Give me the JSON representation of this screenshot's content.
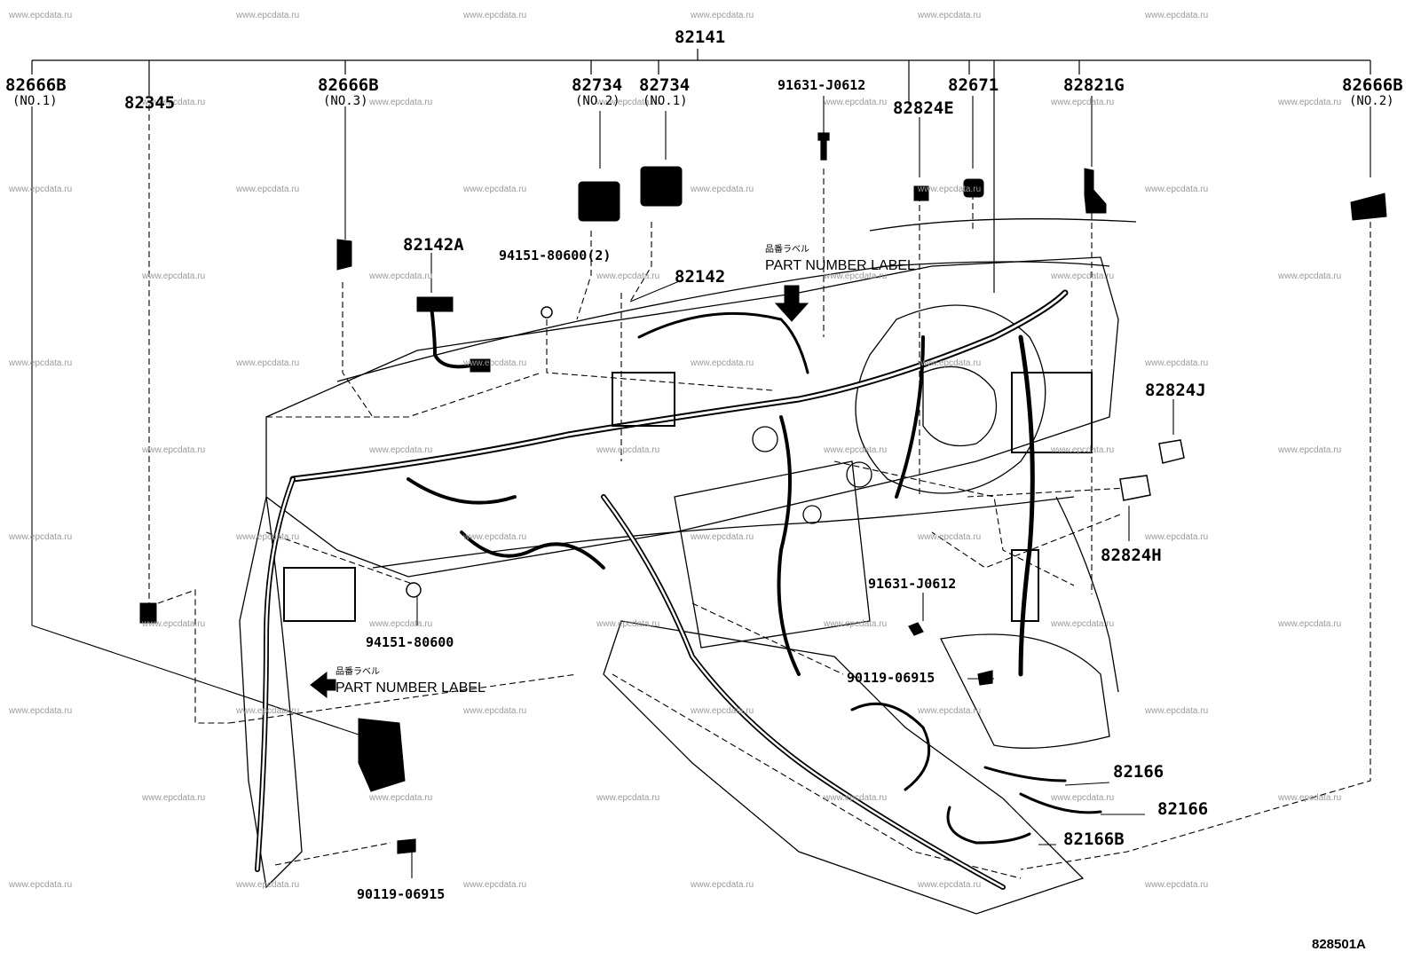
{
  "watermark": "www.epcdata.ru",
  "figure_code": "828501A",
  "part_number_label_jp": "品番ラベル",
  "part_number_label_en": "PART NUMBER LABEL",
  "labels": {
    "p82141": "82141",
    "p82666b_1": "82666B",
    "p82666b_1_sub": "(NO.1)",
    "p82345": "82345",
    "p82666b_3": "82666B",
    "p82666b_3_sub": "(NO.3)",
    "p82734_2": "82734",
    "p82734_2_sub": "(NO.2)",
    "p82734_1": "82734",
    "p82734_1_sub": "(NO.1)",
    "p91631_top": "91631-J0612",
    "p82671": "82671",
    "p82824e": "82824E",
    "p82821g": "82821G",
    "p82666b_2": "82666B",
    "p82666b_2_sub": "(NO.2)",
    "p82142a": "82142A",
    "p94151_2": "94151-80600(2)",
    "p82142": "82142",
    "p82824j": "82824J",
    "p82824h": "82824H",
    "p91631_mid": "91631-J0612",
    "p94151": "94151-80600",
    "p90119_mid": "90119-06915",
    "p82166_a": "82166",
    "p82166_b": "82166",
    "p82166b": "82166B",
    "p90119_bot": "90119-06915"
  }
}
